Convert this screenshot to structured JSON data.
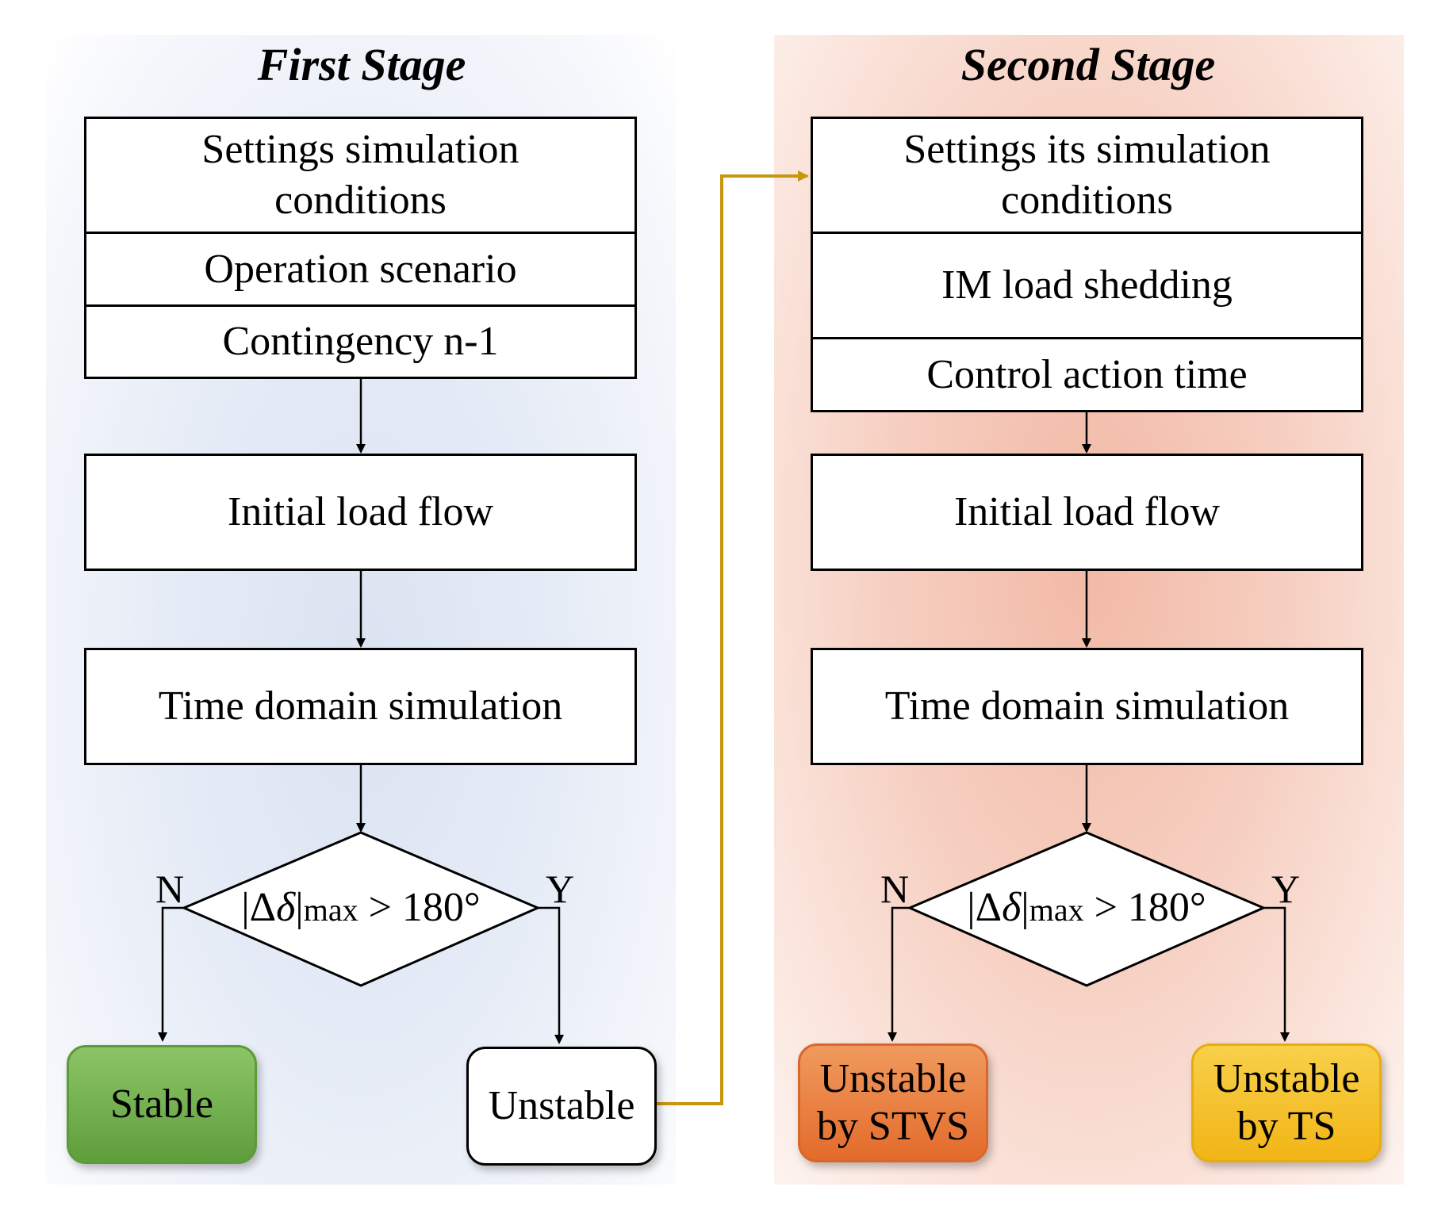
{
  "first_stage": {
    "title": "First Stage",
    "settings": "Settings simulation conditions",
    "operation": "Operation scenario",
    "contingency": "Contingency n-1",
    "load_flow": "Initial load flow",
    "tds": "Time domain simulation",
    "condition": {
      "lhs_open": "|Δ",
      "delta": "δ",
      "lhs_close": "|",
      "sub": "max",
      "rhs": " > 180°"
    },
    "no_label": "N",
    "yes_label": "Y",
    "out_no": "Stable",
    "out_yes": "Unstable"
  },
  "second_stage": {
    "title": "Second Stage",
    "settings": "Settings its simulation conditions",
    "im_shedding": "IM load shedding",
    "control_time": "Control action time",
    "load_flow": "Initial load flow",
    "tds": "Time domain simulation",
    "condition": {
      "lhs_open": "|Δ",
      "delta": "δ",
      "lhs_close": "|",
      "sub": "max",
      "rhs": " > 180°"
    },
    "no_label": "N",
    "yes_label": "Y",
    "out_no": "Unstable by STVS",
    "out_yes": "Unstable by TS"
  },
  "colors": {
    "stable": "#6aaa45",
    "unstable_stvs": "#e8783a",
    "unstable_ts": "#f5bc1c",
    "link_arrow": "#c8960c"
  }
}
